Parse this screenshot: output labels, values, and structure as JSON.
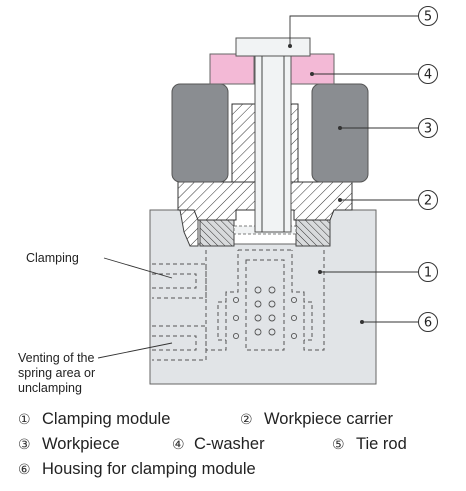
{
  "labels": {
    "clamping": "Clamping",
    "venting_line1": "Venting of the",
    "venting_line2": "spring area or",
    "venting_line3": "unclamping"
  },
  "callouts": [
    {
      "number": "5"
    },
    {
      "number": "4"
    },
    {
      "number": "3"
    },
    {
      "number": "2"
    },
    {
      "number": "1"
    },
    {
      "number": "6"
    }
  ],
  "legend": [
    {
      "number": "①",
      "text": "Clamping module"
    },
    {
      "number": "②",
      "text": "Workpiece carrier"
    },
    {
      "number": "③",
      "text": "Workpiece"
    },
    {
      "number": "④",
      "text": "C-washer"
    },
    {
      "number": "⑤",
      "text": "Tie rod"
    },
    {
      "number": "⑥",
      "text": "Housing for clamping module"
    }
  ],
  "colors": {
    "housing": "#e1e4e7",
    "workpiece": "#8a8d91",
    "c_washer": "#f3b9d6",
    "tie_rod": "#f1f3f4"
  }
}
